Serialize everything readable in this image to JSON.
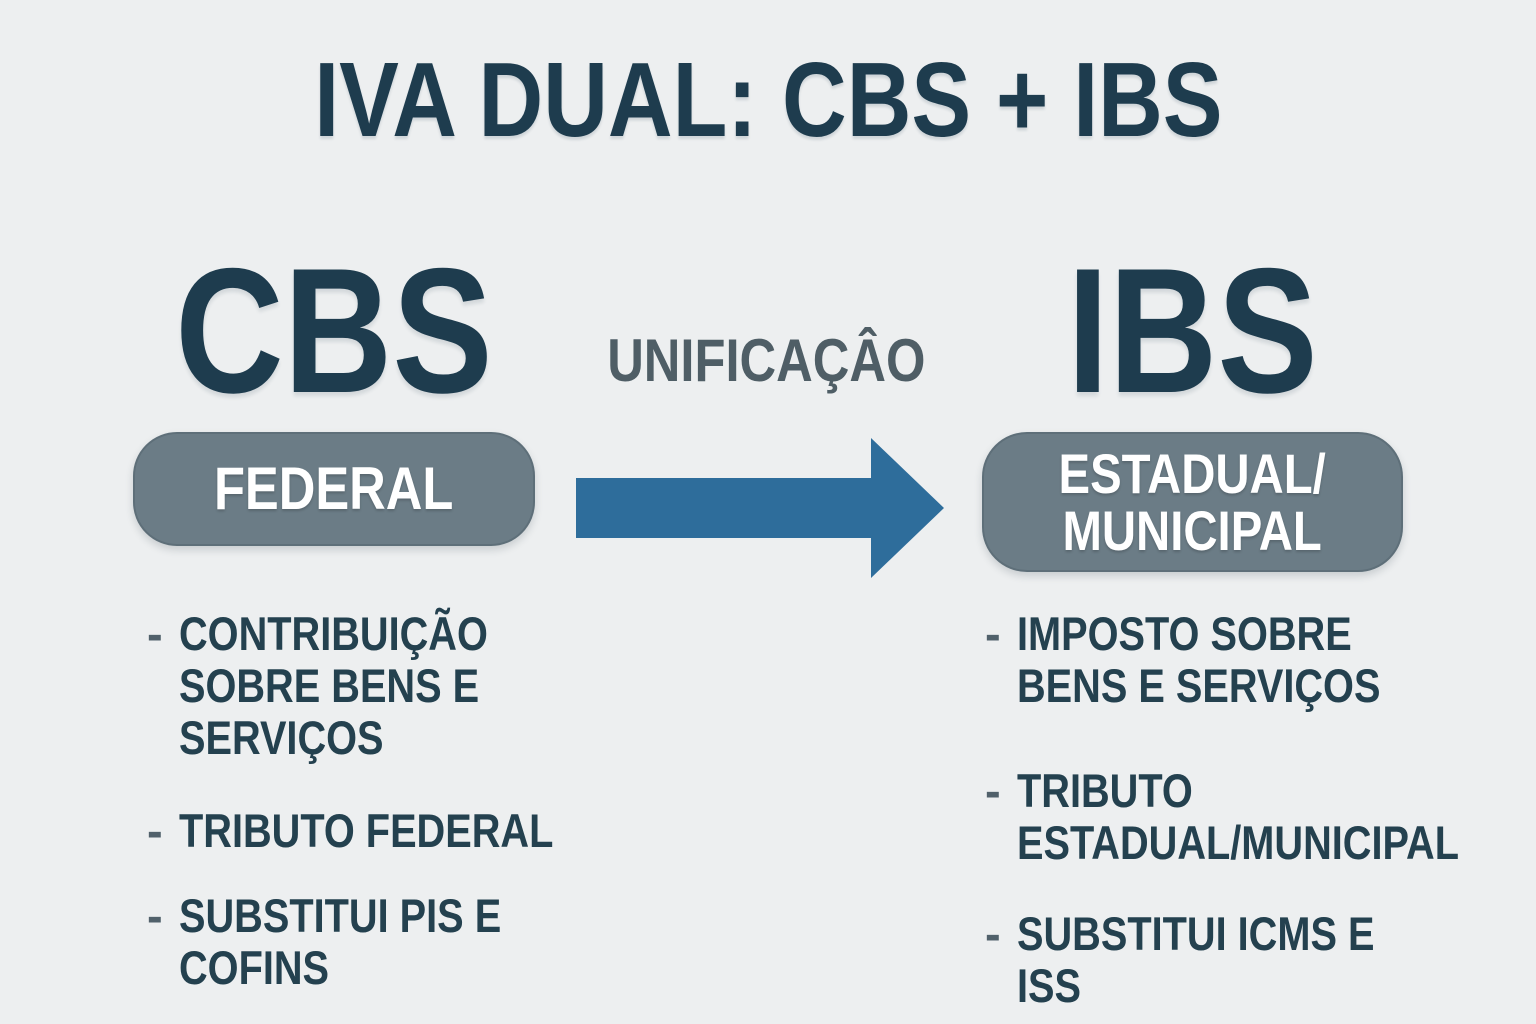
{
  "title": "IVA DUAL: CBS + IBS",
  "unification_label": "UNIFICAÇÂO",
  "bullet_marker": "-",
  "left_panel": {
    "acronym": "CBS",
    "badge_label": "FEDERAL",
    "bullets": [
      "CONTRIBUIÇÃO\nSOBRE BENS E SERVIÇOS",
      "TRIBUTO FEDERAL",
      "SUBSTITUI PIS E COFINS"
    ]
  },
  "right_panel": {
    "acronym": "IBS",
    "badge_label": "ESTADUAL/\nMUNICIPAL",
    "bullets": [
      "IMPOSTO SOBRE\nBENS E SERVIÇOS",
      "TRIBUTO\nESTADUAL/MUNICIPAL",
      "SUBSTITUI ICMS E ISS"
    ]
  },
  "icons": {
    "arrow": "right-arrow-icon"
  },
  "colors": {
    "background": "#edeff0",
    "heading": "#1e3c4e",
    "muted_label": "#4f5e66",
    "badge_background": "#6b7c86",
    "badge_text": "#ffffff",
    "arrow": "#2e6d9b",
    "bullet_text": "#24414f"
  }
}
